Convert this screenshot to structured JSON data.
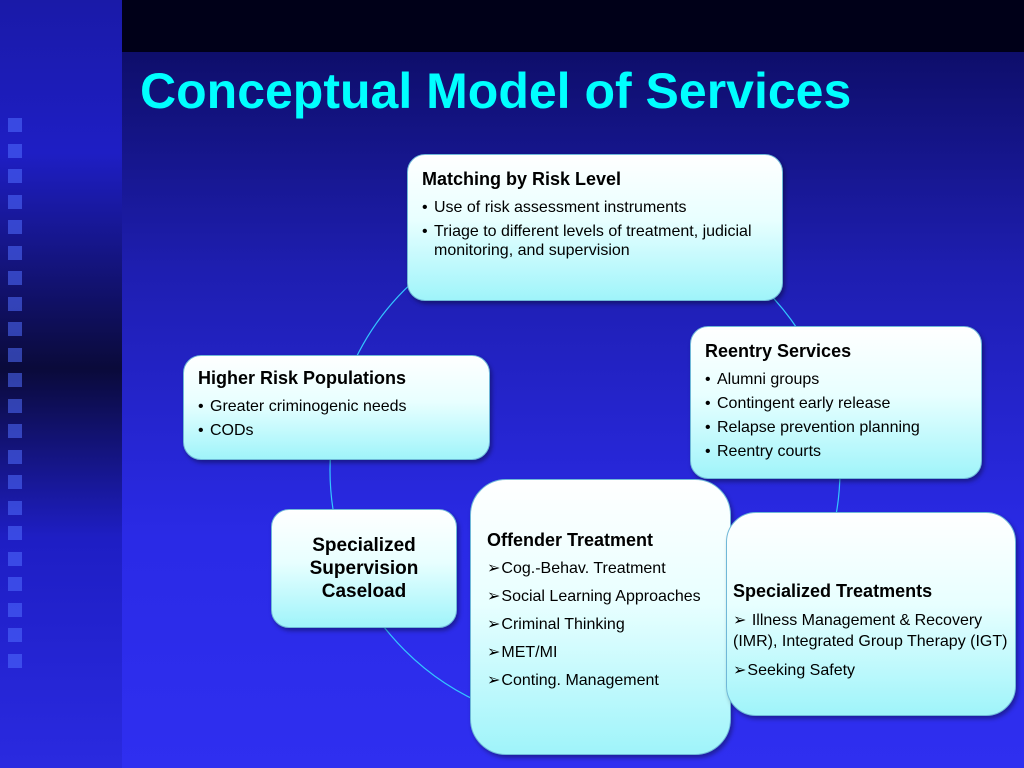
{
  "title": "Conceptual Model of Services",
  "boxes": {
    "risk": {
      "heading": "Matching by Risk Level",
      "items": [
        "Use of risk assessment instruments",
        "Triage to different levels of treatment, judicial monitoring, and supervision"
      ]
    },
    "reentry": {
      "heading": "Reentry Services",
      "items": [
        "Alumni groups",
        "Contingent early release",
        "Relapse prevention planning",
        "Reentry courts"
      ]
    },
    "higher": {
      "heading": "Higher Risk Populations",
      "items": [
        "Greater criminogenic needs",
        "CODs"
      ]
    },
    "supervision": {
      "heading": "Specialized Supervision Caseload"
    },
    "offender": {
      "heading": "Offender Treatment",
      "items": [
        "Cog.-Behav. Treatment",
        "Social Learning Approaches",
        "Criminal Thinking",
        "MET/MI",
        "Conting. Management"
      ]
    },
    "specialized": {
      "heading": "Specialized Treatments",
      "items": [
        " Illness Management & Recovery (IMR), Integrated Group Therapy (IGT)",
        "Seeking Safety"
      ]
    }
  },
  "colors": {
    "title": "#00ffff",
    "ring": "#33c6ff",
    "box_top": "#ffffff",
    "box_bottom": "#9ff4fa"
  },
  "icons": {
    "bullet": "•",
    "arrow": "➢"
  }
}
